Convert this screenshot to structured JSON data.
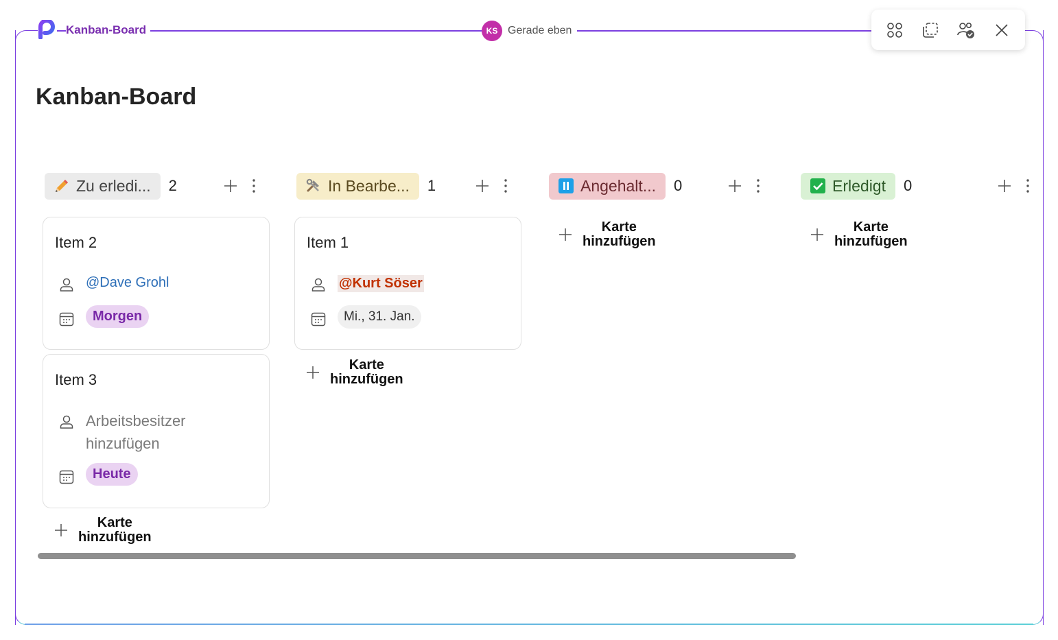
{
  "header": {
    "board_name": "Kanban-Board",
    "presence_initials": "KS",
    "presence_text": "Gerade eben"
  },
  "toolbar": {
    "icons": [
      "loop-icon",
      "copy-component-icon",
      "shared-users-icon",
      "close-icon"
    ]
  },
  "page": {
    "title": "Kanban-Board"
  },
  "columns": [
    {
      "label": "Zu erledi...",
      "count": "2",
      "pill_bg": "#ebebeb",
      "icon": "pencil-icon",
      "cards": [
        {
          "title": "Item 2",
          "assignee": "@Dave Grohl",
          "date": "Morgen"
        },
        {
          "title": "Item 3",
          "assignee": "Arbeitsbesitzer hinzufügen",
          "date": "Heute"
        }
      ]
    },
    {
      "label": "In Bearbe...",
      "count": "1",
      "pill_bg": "#f7edc9",
      "icon": "tools-icon",
      "cards": [
        {
          "title": "Item 1",
          "assignee": "@Kurt Söser",
          "date": "Mi., 31. Jan."
        }
      ]
    },
    {
      "label": "Angehalt...",
      "count": "0",
      "pill_bg": "#f1c9cd",
      "icon": "pause-icon",
      "cards": []
    },
    {
      "label": "Erledigt",
      "count": "0",
      "pill_bg": "#d9f1d4",
      "icon": "checkmark-icon",
      "cards": []
    }
  ],
  "add_card": {
    "line1": "Karte",
    "line2": "hinzufügen"
  },
  "colors": {
    "accent": "#7b3fe0",
    "mention": "#2e6fb8",
    "mention_self": "#c13100",
    "date_chip": "#ead3f2"
  }
}
